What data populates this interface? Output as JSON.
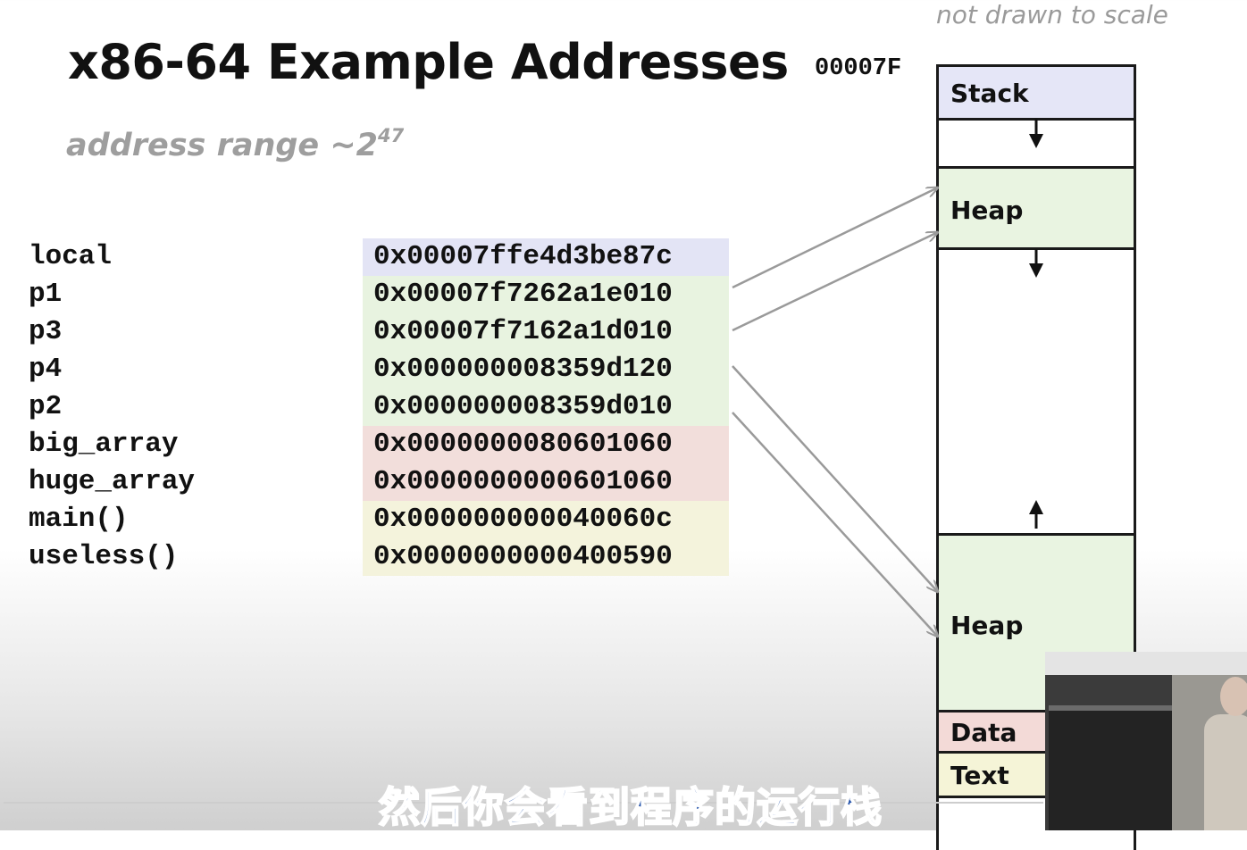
{
  "slide": {
    "note": "not drawn to scale",
    "title": "x86-64 Example Addresses",
    "subtitle_base": "address range ~2",
    "subtitle_exp": "47",
    "top_address": "00007F"
  },
  "addresses": [
    {
      "name": "local",
      "value": "0x00007ffe4d3be87c",
      "color": "#e3e4f5"
    },
    {
      "name": "p1",
      "value": "0x00007f7262a1e010",
      "color": "#e8f3e0"
    },
    {
      "name": "p3",
      "value": "0x00007f7162a1d010",
      "color": "#e8f3e0"
    },
    {
      "name": "p4",
      "value": "0x000000008359d120",
      "color": "#e8f3e0"
    },
    {
      "name": "p2",
      "value": "0x000000008359d010",
      "color": "#e8f3e0"
    },
    {
      "name": "big_array",
      "value": "0x0000000080601060",
      "color": "#f2dedb"
    },
    {
      "name": "huge_array",
      "value": "0x0000000000601060",
      "color": "#f2dedb"
    },
    {
      "name": "main()",
      "value": "0x000000000040060c",
      "color": "#f4f3dc"
    },
    {
      "name": "useless()",
      "value": "0x0000000000400590",
      "color": "#f4f3dc"
    }
  ],
  "memory": {
    "stack": "Stack",
    "heap_top": "Heap",
    "heap_bottom": "Heap",
    "data": "Data",
    "text": "Text"
  },
  "caption": "然后你会看到程序的运行栈"
}
